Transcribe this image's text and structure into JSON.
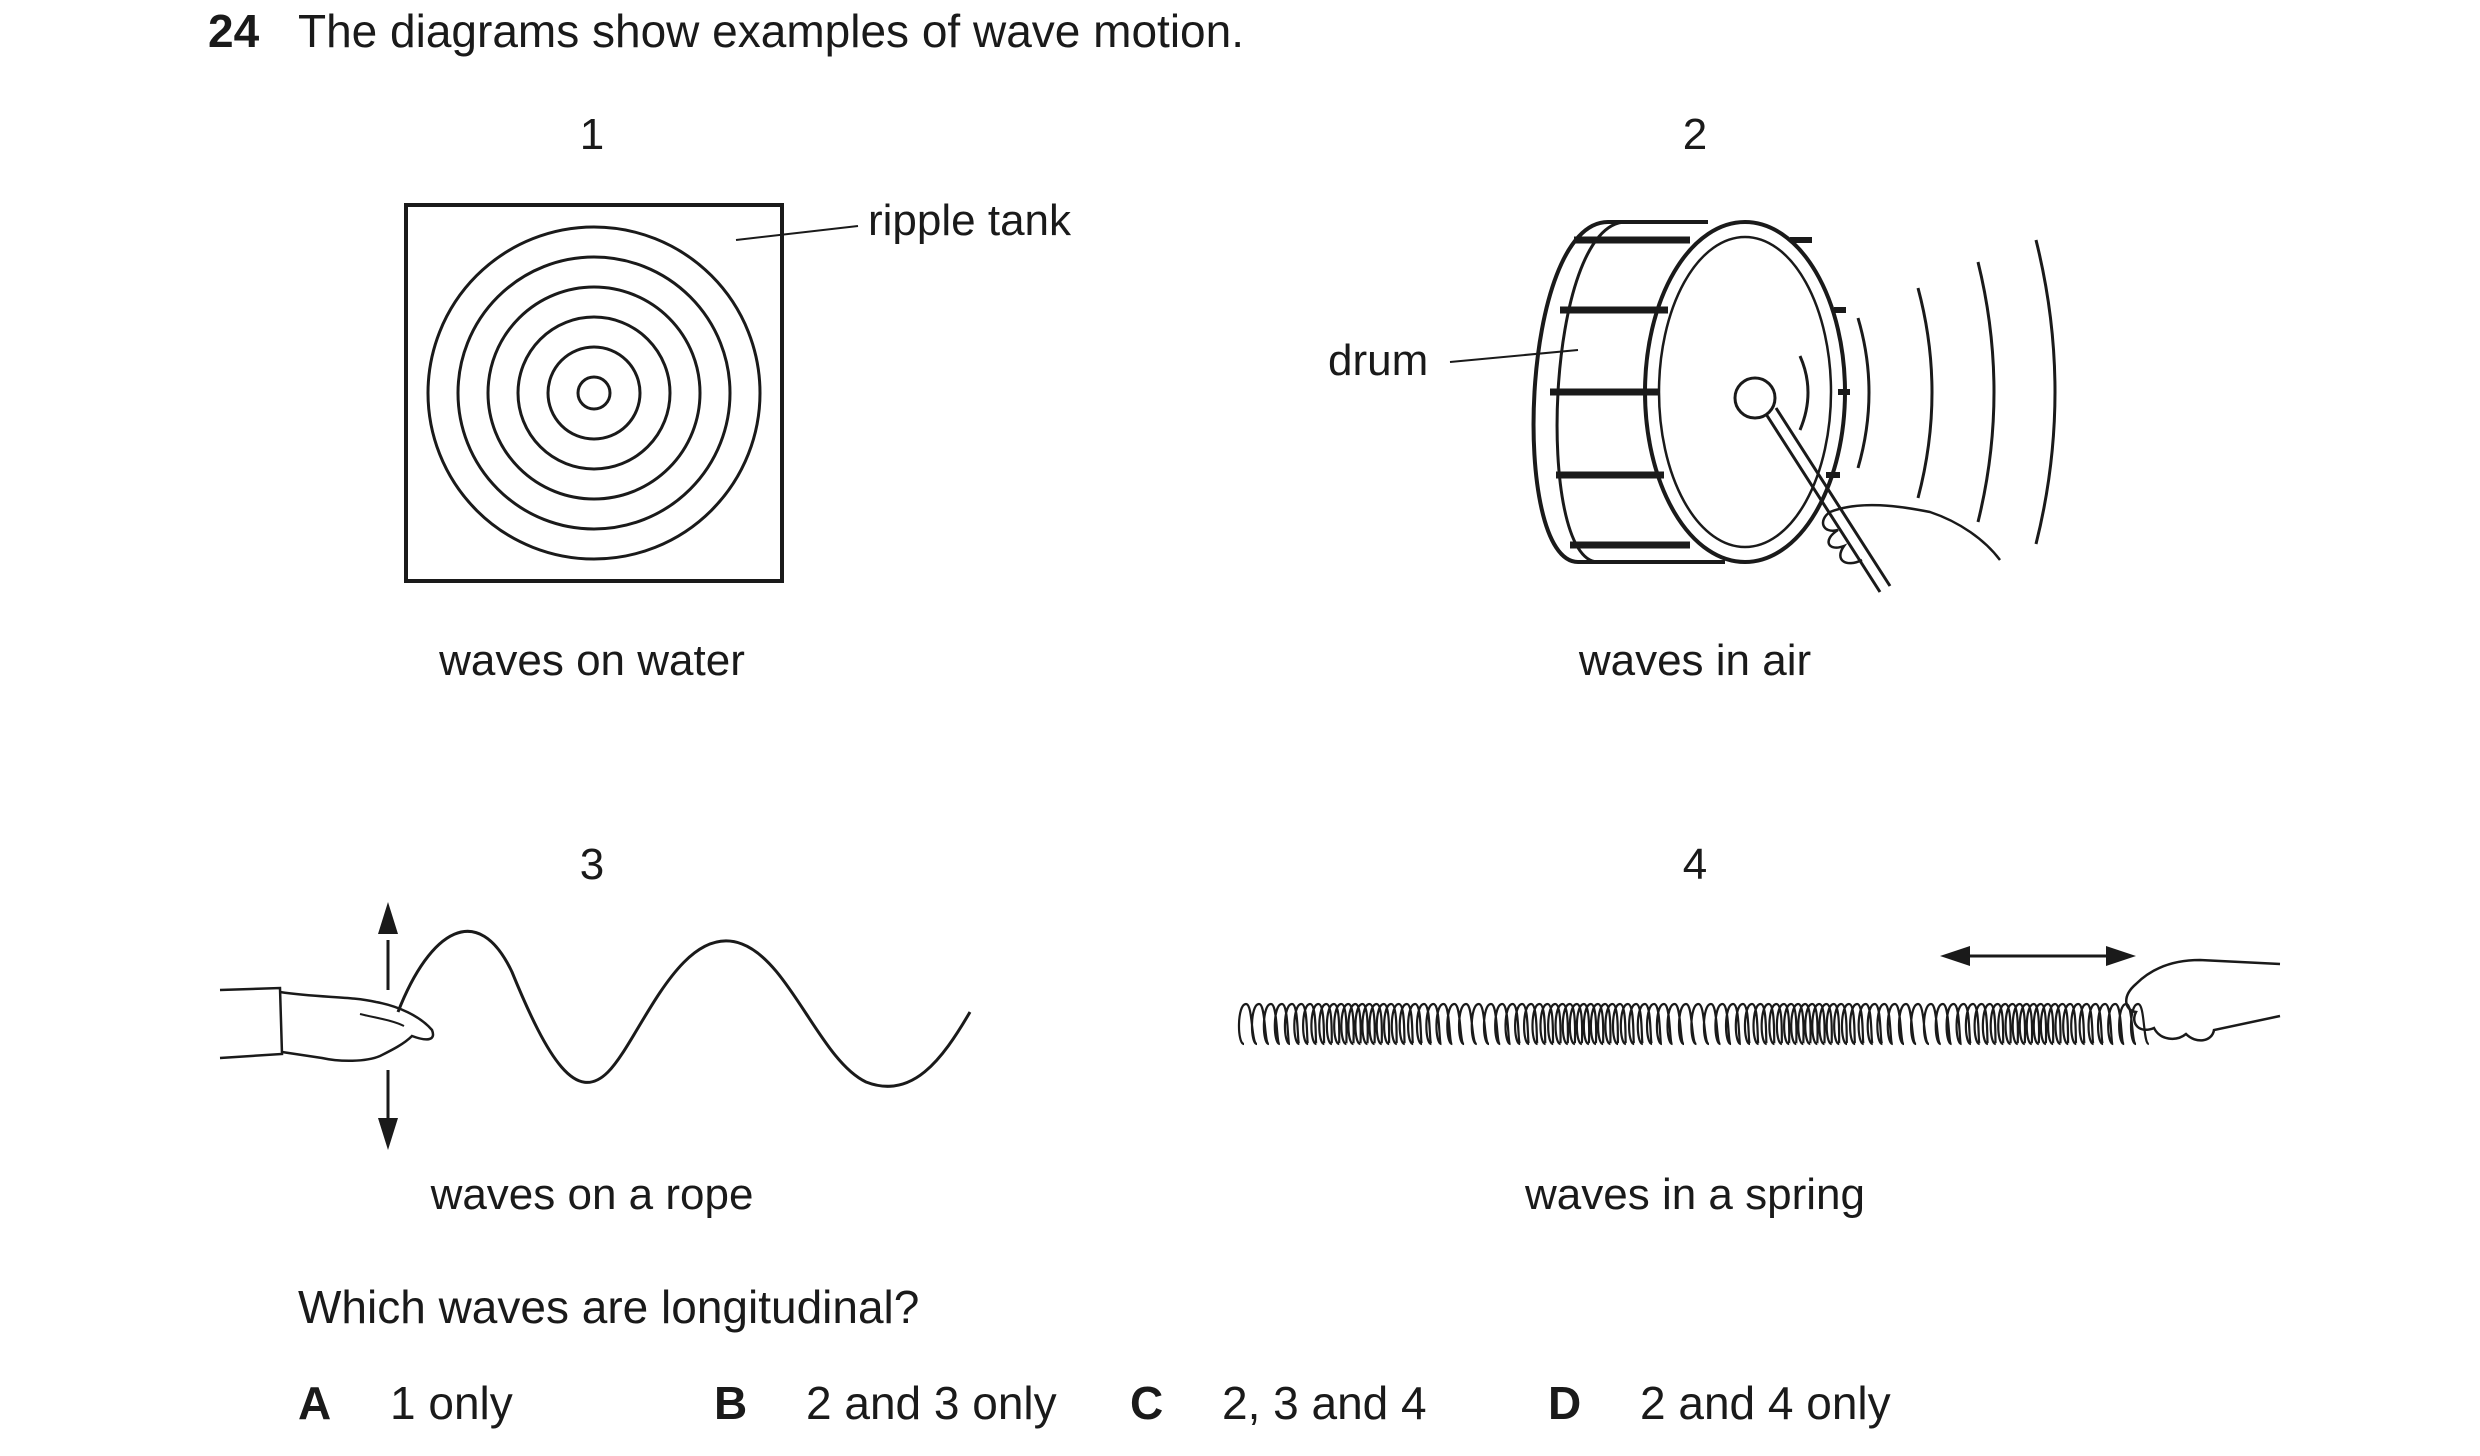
{
  "question": {
    "number": "24",
    "stem": "The diagrams show examples of wave motion.",
    "prompt": "Which waves are longitudinal?"
  },
  "diagrams": [
    {
      "number": "1",
      "caption": "waves on water",
      "labels": [
        "ripple tank"
      ]
    },
    {
      "number": "2",
      "caption": "waves in air",
      "labels": [
        "drum"
      ]
    },
    {
      "number": "3",
      "caption": "waves on a rope",
      "labels": []
    },
    {
      "number": "4",
      "caption": "waves in a spring",
      "labels": []
    }
  ],
  "options": [
    {
      "letter": "A",
      "text": "1 only"
    },
    {
      "letter": "B",
      "text": "2 and 3 only"
    },
    {
      "letter": "C",
      "text": "2, 3 and 4"
    },
    {
      "letter": "D",
      "text": "2 and 4 only"
    }
  ],
  "colors": {
    "ink": "#1a1a1a",
    "background": "#ffffff"
  }
}
